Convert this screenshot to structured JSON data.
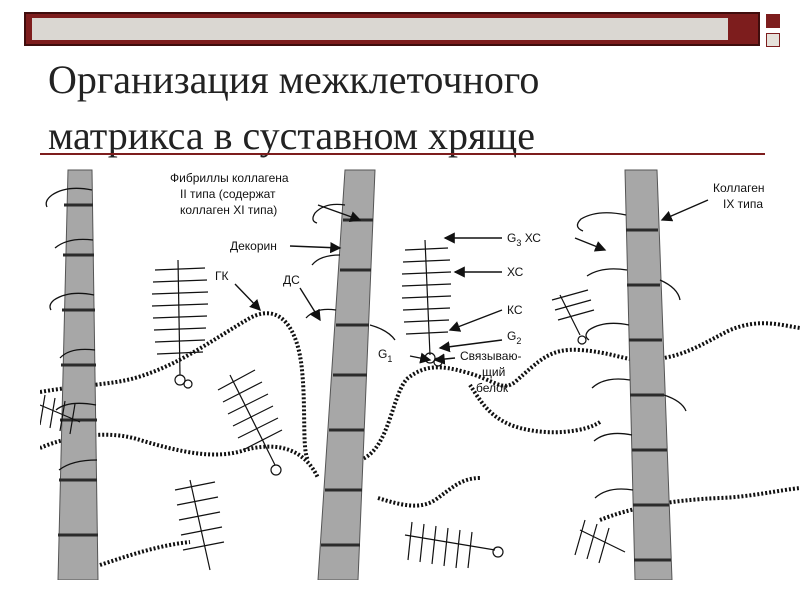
{
  "slide": {
    "title_line1": "Организация межклеточного",
    "title_line2": "матрикса в суставном хряще"
  },
  "colors": {
    "accent": "#7d1d1d",
    "bar_fill": "#dad7d2",
    "collagen_fill": "#a7a7a7",
    "band_dark": "#2b2b2b",
    "ink": "#111111"
  },
  "diagram": {
    "labels": {
      "fibrils_line1": "Фибриллы коллагена",
      "fibrils_line2": "II типа (содержат",
      "fibrils_line3": "коллаген XI типа)",
      "decorin": "Декорин",
      "gk": "ГК",
      "ds": "ДС",
      "collagen9_line1": "Коллаген",
      "collagen9_line2": "IX типа",
      "g3": "G",
      "g3_sub": "3",
      "g3_tail": " ХС",
      "xs": "ХС",
      "ks": "КС",
      "g2": "G",
      "g2_sub": "2",
      "g1": "G",
      "g1_sub": "1",
      "linking_line1": "Связываю-",
      "linking_line2": "щий",
      "linking_line3": "белок"
    }
  }
}
